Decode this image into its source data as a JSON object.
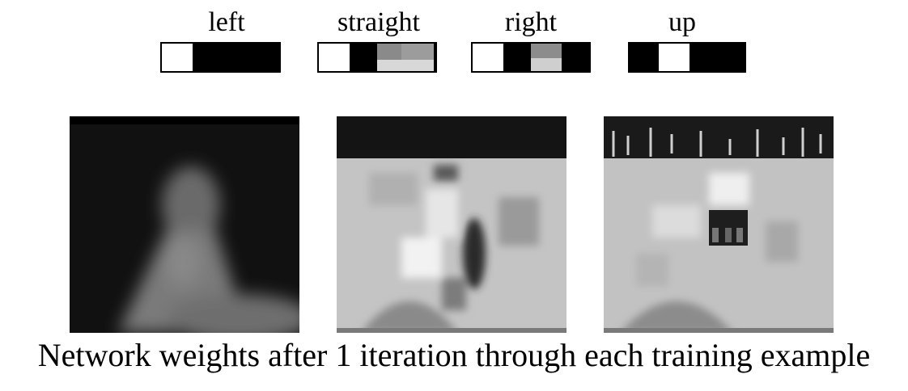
{
  "output_units": [
    {
      "label": "left"
    },
    {
      "label": "straight"
    },
    {
      "label": "right"
    },
    {
      "label": "up"
    }
  ],
  "caption": "Network weights after 1 iteration through each training example"
}
